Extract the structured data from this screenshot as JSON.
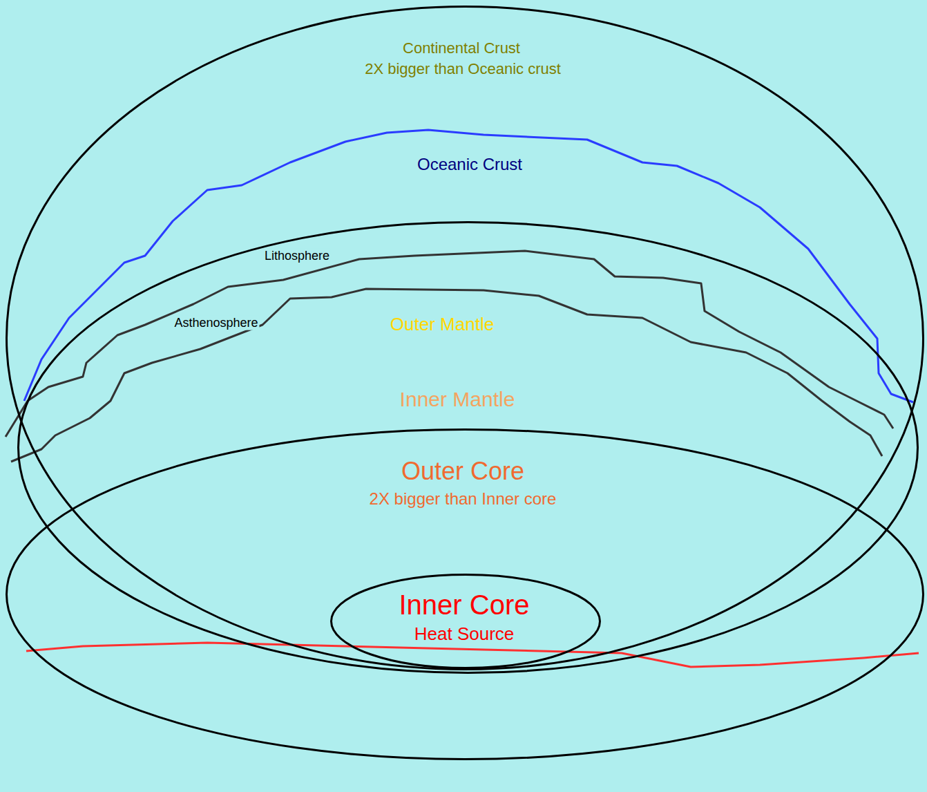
{
  "diagram": {
    "nodes": [
      {
        "text": [
          "Continental Crust",
          "2X bigger than Oceanic crust"
        ]
      },
      {
        "text": [
          "Outer Mantle",
          "Inner Mantle"
        ]
      },
      {
        "text": [
          "Outer Core",
          "2X bigger than Inner core"
        ]
      },
      {
        "text": [
          "Inner Core",
          "Heat Source"
        ],
        "in": 2
      }
    ],
    "labels": [
      "Oceanic Crust",
      "Lithosphere",
      "Asthenosphere"
    ]
  }
}
